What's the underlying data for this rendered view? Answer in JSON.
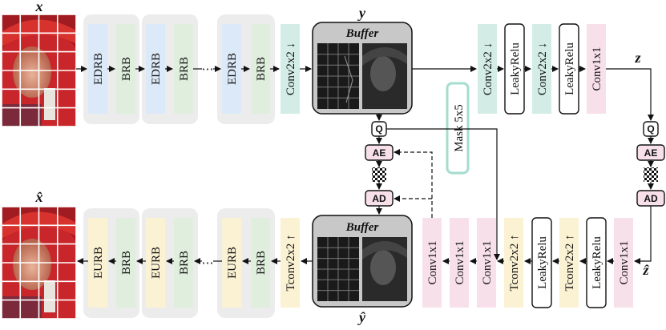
{
  "vars": {
    "x": "x",
    "x_hat": "x̂",
    "y": "y",
    "y_hat": "ŷ",
    "z": "z",
    "z_hat": "ẑ"
  },
  "encoder": {
    "blocks": [
      "EDRB",
      "BRB",
      "EDRB",
      "BRB",
      "EDRB",
      "BRB"
    ],
    "ellipsis": "⋯",
    "conv": "Conv2x2 ↓"
  },
  "buffer_label": "Buffer",
  "hyper_encoder": [
    "Conv2x2 ↓",
    "LeakyRelu",
    "Conv2x2 ↓",
    "LeakyRelu",
    "Conv1x1"
  ],
  "mask_label": "Mask 5x5",
  "coding": {
    "quant": "Q",
    "ae": "AE",
    "ad": "AD"
  },
  "hyper_decoder": [
    "Conv1x1",
    "LeakyRelu",
    "Tconv2x2 ↑",
    "LeakyRelu",
    "Tconv2x2 ↑"
  ],
  "context_model": [
    "Conv1x1",
    "Conv1x1",
    "Conv1x1"
  ],
  "decoder": {
    "conv": "Tconv2x2 ↑",
    "blocks": [
      "BRB",
      "EURB",
      "BRB",
      "EURB",
      "BRB",
      "EURB"
    ],
    "ellipsis": "⋯"
  },
  "colors": {
    "blue": "#dbe9f8",
    "green": "#dfeedd",
    "teal": "#d3ede6",
    "pink": "#f7e0ea",
    "yellow": "#fbf1d3",
    "group": "#ececec",
    "buffer": "#c8c8c8",
    "photo_red": "#c8262b"
  }
}
